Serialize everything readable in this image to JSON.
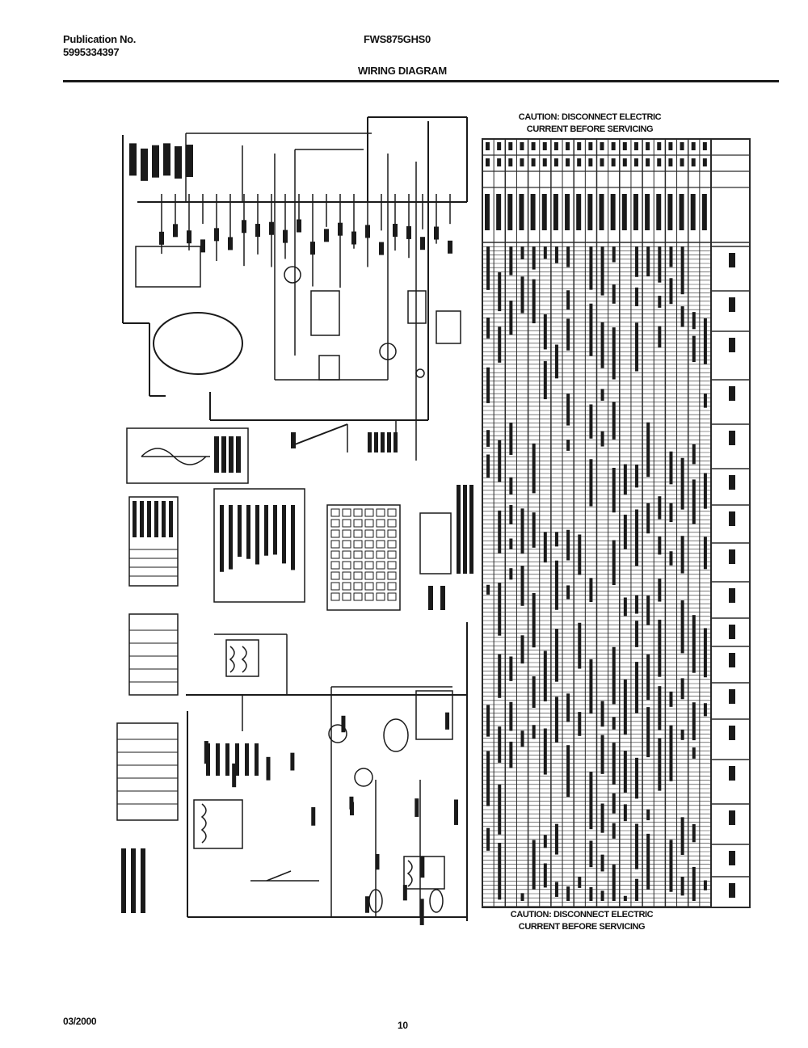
{
  "header": {
    "publication_label": "Publication No.",
    "publication_number": "5995334397",
    "model": "FWS875GHS0",
    "title": "WIRING DIAGRAM"
  },
  "caution": {
    "top_line1": "CAUTION: DISCONNECT ELECTRIC",
    "top_line2": "CURRENT BEFORE SERVICING",
    "bottom_line1": "CAUTION: DISCONNECT ELECTRIC",
    "bottom_line2": "CURRENT BEFORE SERVICING"
  },
  "footer": {
    "date": "03/2000",
    "page": "10"
  },
  "colors": {
    "ink": "#1a1a1a",
    "grid": "#2a2a2a",
    "paper": "#ffffff"
  }
}
